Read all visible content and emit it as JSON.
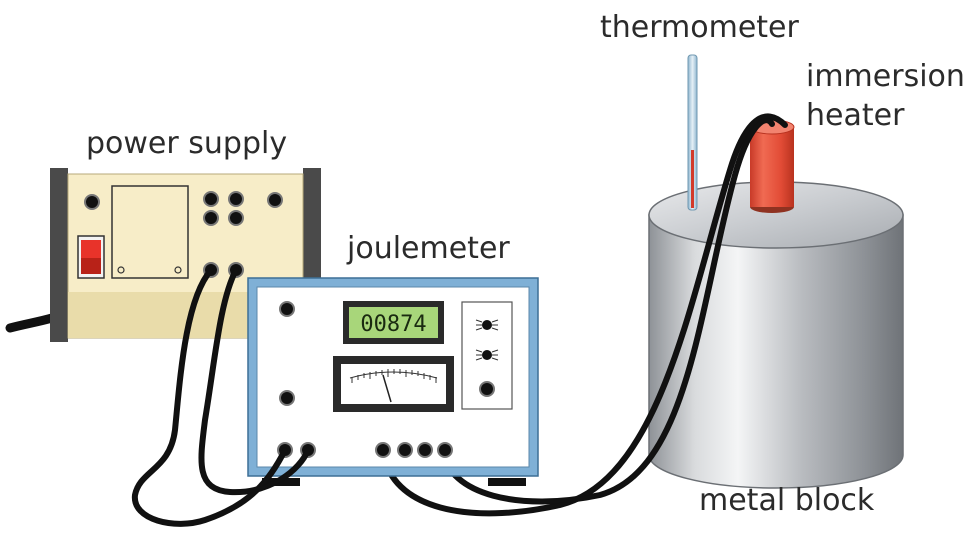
{
  "labels": {
    "thermometer": "thermometer",
    "immersion": "immersion",
    "heater": "heater",
    "power_supply": "power supply",
    "joulemeter": "joulemeter",
    "metal_block": "metal block"
  },
  "joulemeter_reading": "00874",
  "colors": {
    "power_supply_body": "#f7edc8",
    "joulemeter_frame": "#7fb0d6",
    "lcd_background": "#a8d67a",
    "switch": "#e8332a",
    "heater": "#e8553e",
    "cable": "#111111"
  }
}
